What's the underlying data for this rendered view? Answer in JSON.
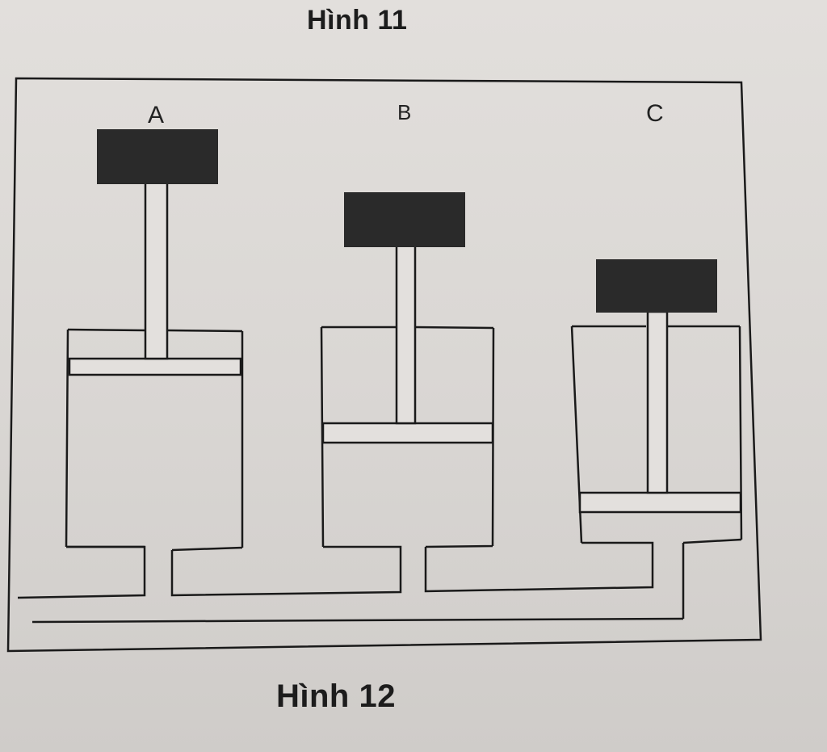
{
  "figure": {
    "caption_top": "Hình 11",
    "caption_bottom": "Hình 12"
  },
  "pistons": [
    {
      "id": "A",
      "label": "A"
    },
    {
      "id": "B",
      "label": "B"
    },
    {
      "id": "C",
      "label": "C"
    }
  ],
  "colors": {
    "ink": "#1a1a1a",
    "weight": "#2a2a2a",
    "paper": "#dcd9d6"
  }
}
